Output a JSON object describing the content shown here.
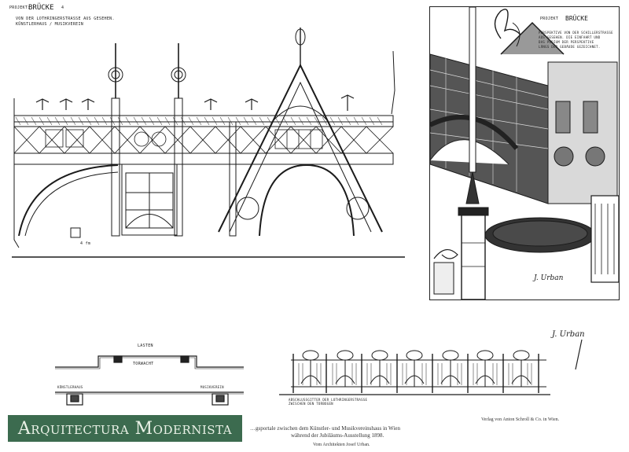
{
  "elevation": {
    "title": "BRÜCKE",
    "title_prefix": "PROJEKT:",
    "sheet_no": "4",
    "notes_line1": "VON DER LOTHRINGERSTRASSE AUS GESEHEN.",
    "notes_line2": "KÜNSTLERHAUS / MUSIKVEREIN",
    "scale_text": "4 fm"
  },
  "perspective": {
    "title": "BRÜCKE",
    "title_prefix": "PROJEKT",
    "notes_line1": "PERSPEKTIVE VON DER SCHILLERSTRASSE",
    "notes_line2": "AUS GESEHEN. DIE EINFAHRT UND",
    "notes_line3": "DAS PODIUM DER PERSPEKTIVE",
    "notes_line4": "LÄNGS DER GEBÄUDE GEZEICHNET.",
    "signature": "J. Urban"
  },
  "plan": {
    "top_label": "LASTEN",
    "center_label": "TORWACHT",
    "left_label": "KÜNSTLERHAUS",
    "right_label": "MUSIKVEREIN"
  },
  "fence": {
    "note_line1": "ABSCHLUSSGITTER DER LOTHRINGERSTRASSE",
    "note_line2": "ZWISCHEN DEN TORBOGEN"
  },
  "signature_top": "J. Urban",
  "caption": {
    "line1": "…gsportale zwischen dem Künstler- und Musikvereinshaus in Wien",
    "line2": "während der Jubiläums-Ausstellung 1898.",
    "line3": "Vom Architekten Josef Urban.",
    "publisher": "Verlag von Anton Schroll & Co. in Wien."
  },
  "watermark": "Arquitectura Modernista"
}
